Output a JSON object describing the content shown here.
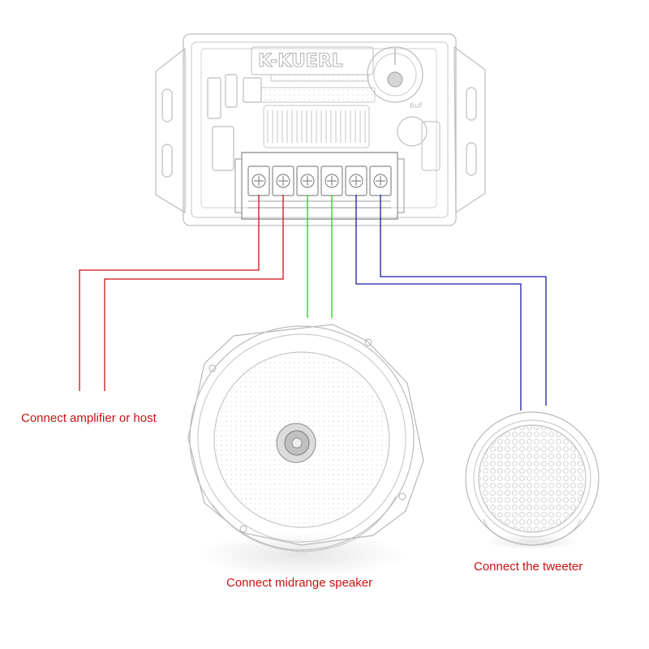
{
  "crossover": {
    "brand_text": "K-KUERL"
  },
  "labels": {
    "amplifier": "Connect amplifier or host",
    "midrange": "Connect midrange speaker",
    "tweeter": "Connect the tweeter"
  },
  "colors": {
    "amplifier_wire": "#cc1111",
    "midrange_wire": "#22cc22",
    "tweeter_wire": "#1a1aaa",
    "label_text": "#cc1111",
    "line_art": "#b8b8b8"
  }
}
